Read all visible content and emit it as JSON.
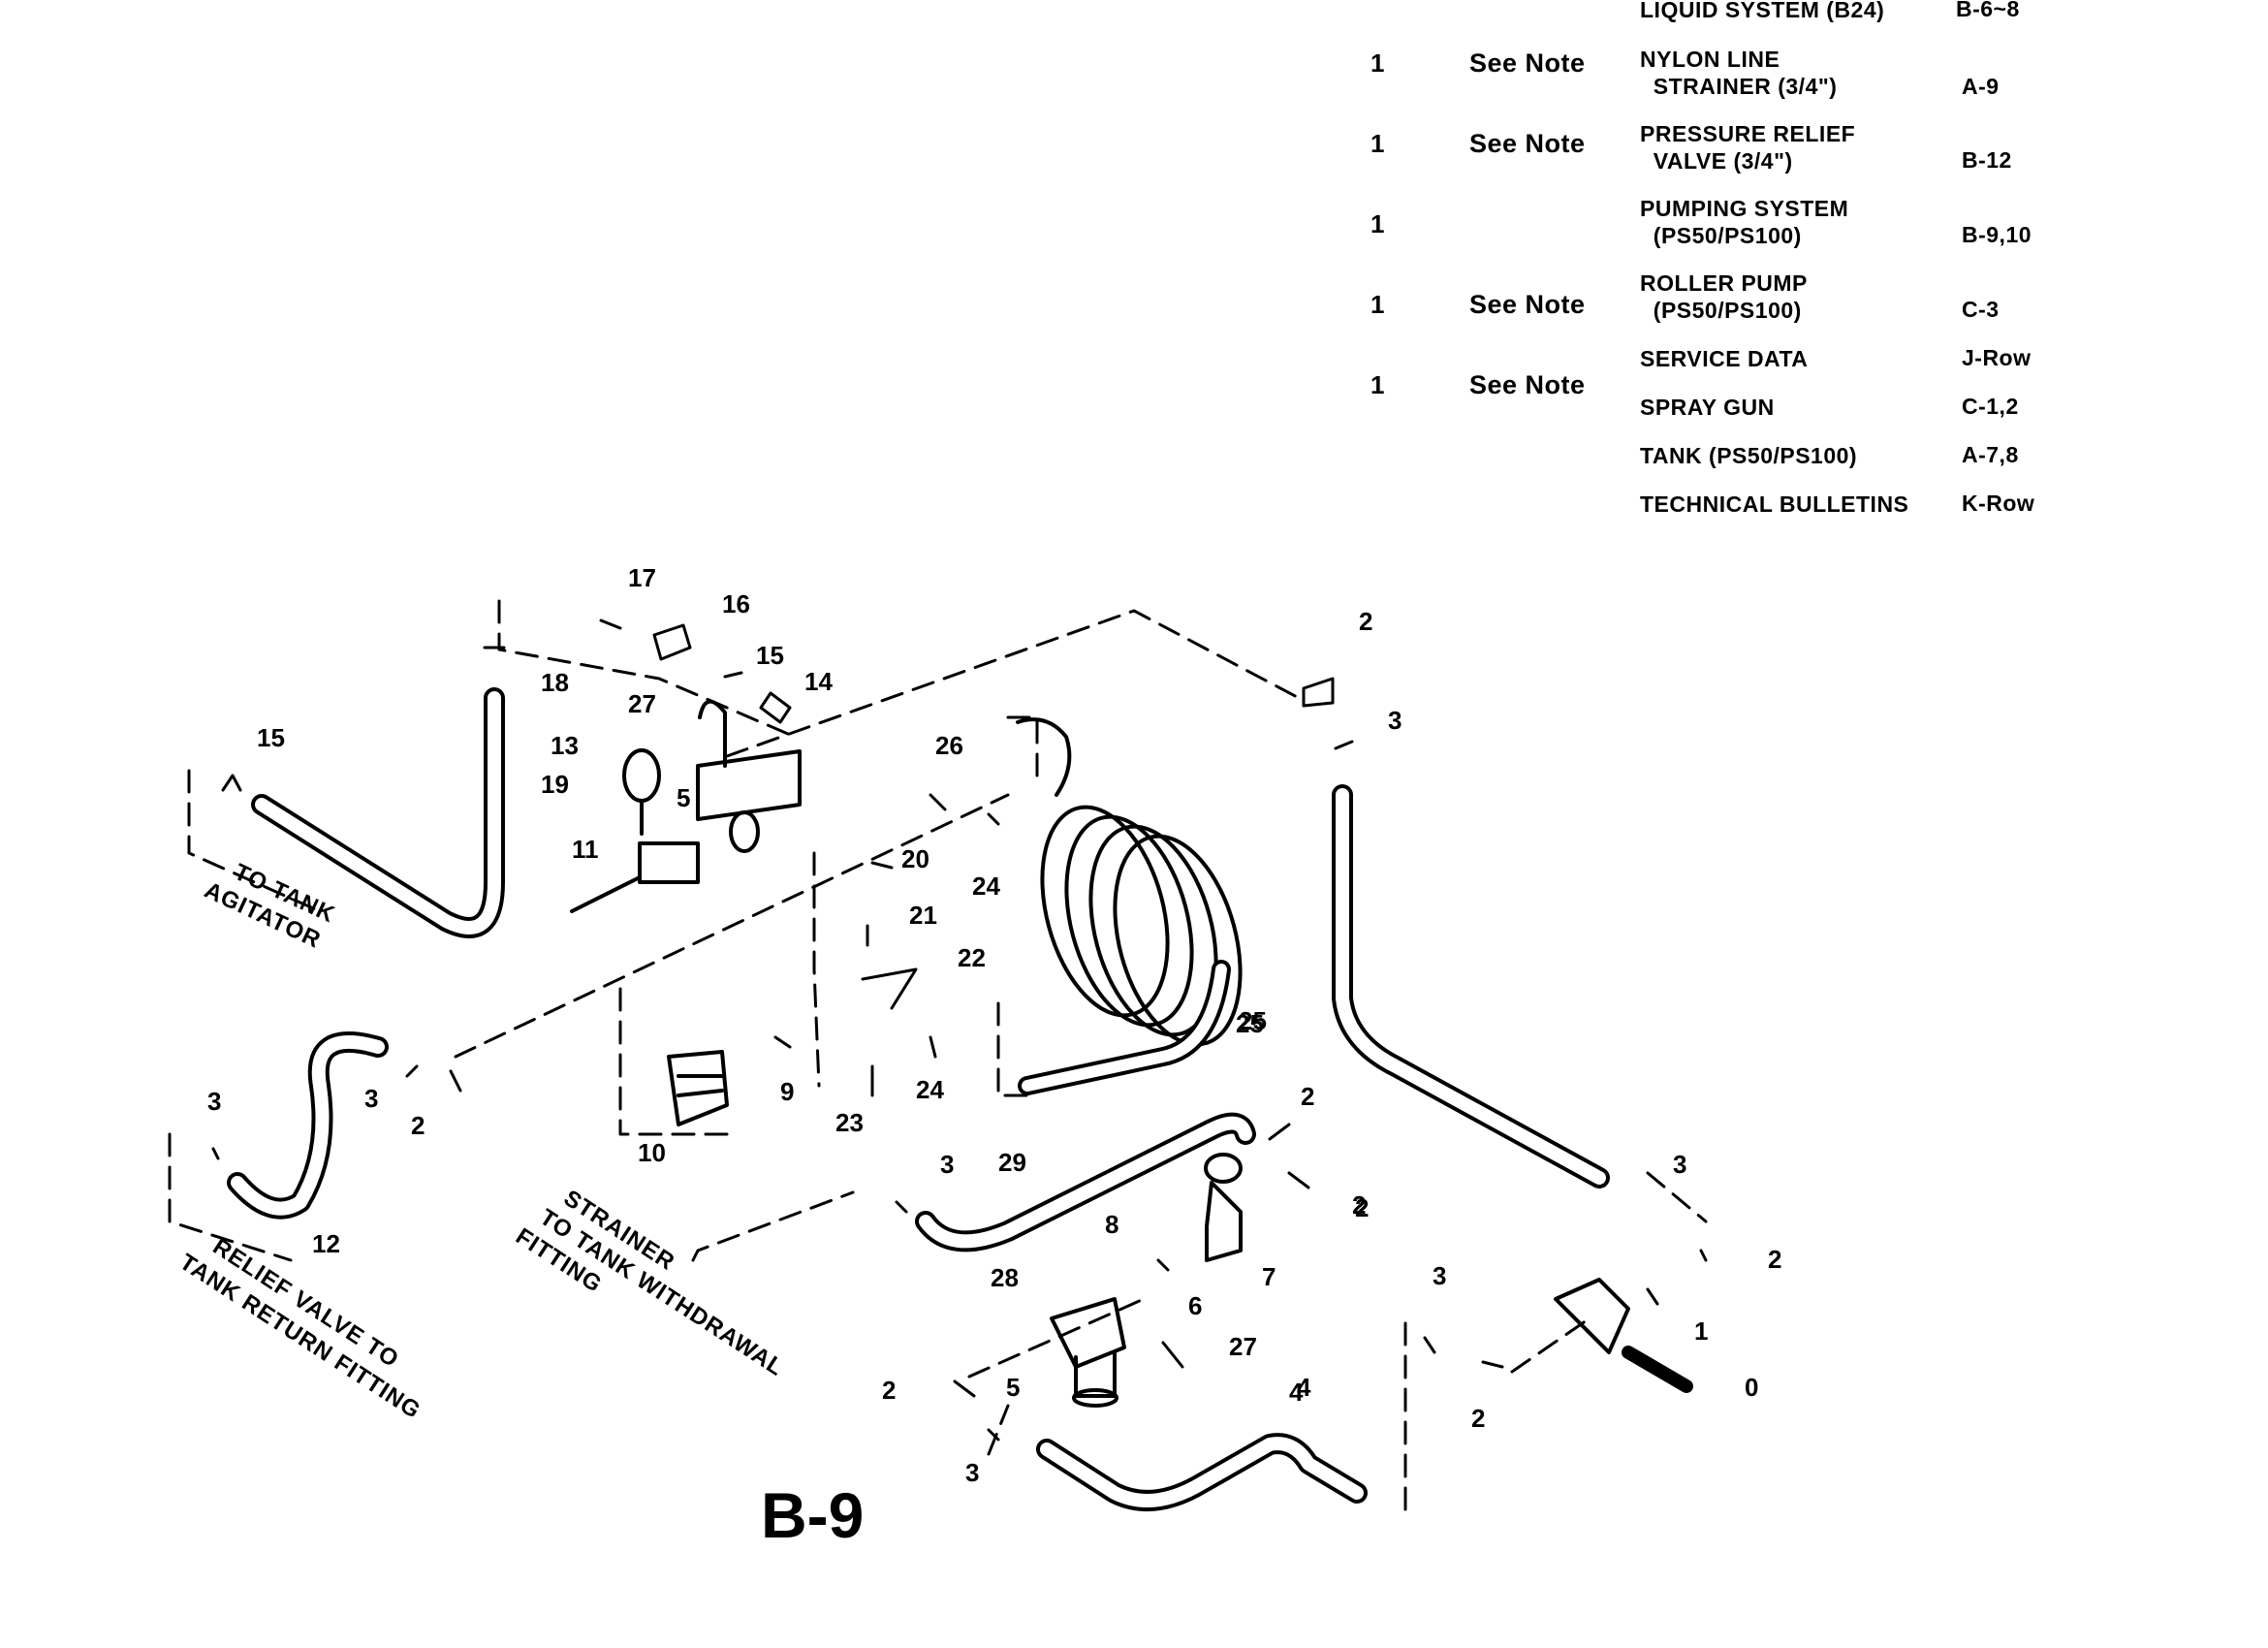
{
  "reference_table": {
    "rows": [
      {
        "qty": "",
        "note": "",
        "description": "LIQUID SYSTEM (B24)",
        "reference": "B-6~8"
      },
      {
        "qty": "1",
        "note": "See Note",
        "description": "NYLON LINE\n  STRAINER (3/4\")",
        "reference": "A-9"
      },
      {
        "qty": "1",
        "note": "See Note",
        "description": "PRESSURE RELIEF\n  VALVE (3/4\")",
        "reference": "B-12"
      },
      {
        "qty": "1",
        "note": "",
        "description": "PUMPING SYSTEM\n  (PS50/PS100)",
        "reference": "B-9,10"
      },
      {
        "qty": "1",
        "note": "See Note",
        "description": "ROLLER PUMP\n  (PS50/PS100)",
        "reference": "C-3"
      },
      {
        "qty": "",
        "note": "",
        "description": "SERVICE DATA",
        "reference": "J-Row"
      },
      {
        "qty": "1",
        "note": "See Note",
        "description": "SPRAY GUN",
        "reference": "C-1,2"
      },
      {
        "qty": "",
        "note": "",
        "description": "TANK (PS50/PS100)",
        "reference": "A-7,8"
      },
      {
        "qty": "",
        "note": "",
        "description": "TECHNICAL BULLETINS",
        "reference": "K-Row"
      }
    ]
  },
  "diagram": {
    "page_code": "B-9",
    "labels": {
      "tank_agitator": [
        "TO TANK",
        "AGITATOR"
      ],
      "relief_valve": [
        "RELIEF VALVE TO",
        "TANK RETURN FITTING"
      ],
      "strainer": [
        "STRAINER",
        "TO TANK WITHDRAWAL",
        "FITTING"
      ]
    },
    "callouts": [
      "17",
      "16",
      "15",
      "14",
      "18",
      "27",
      "13",
      "19",
      "15",
      "5",
      "26",
      "20",
      "11",
      "25",
      "21",
      "24",
      "22",
      "23",
      "24",
      "12",
      "3",
      "2",
      "10",
      "9",
      "3",
      "2",
      "29",
      "3",
      "2",
      "7",
      "28",
      "6",
      "27",
      "1",
      "0",
      "4",
      "5",
      "2",
      "3",
      "2",
      "3",
      "2",
      "4",
      "3",
      "2",
      "3",
      "2",
      "8",
      "25"
    ]
  }
}
